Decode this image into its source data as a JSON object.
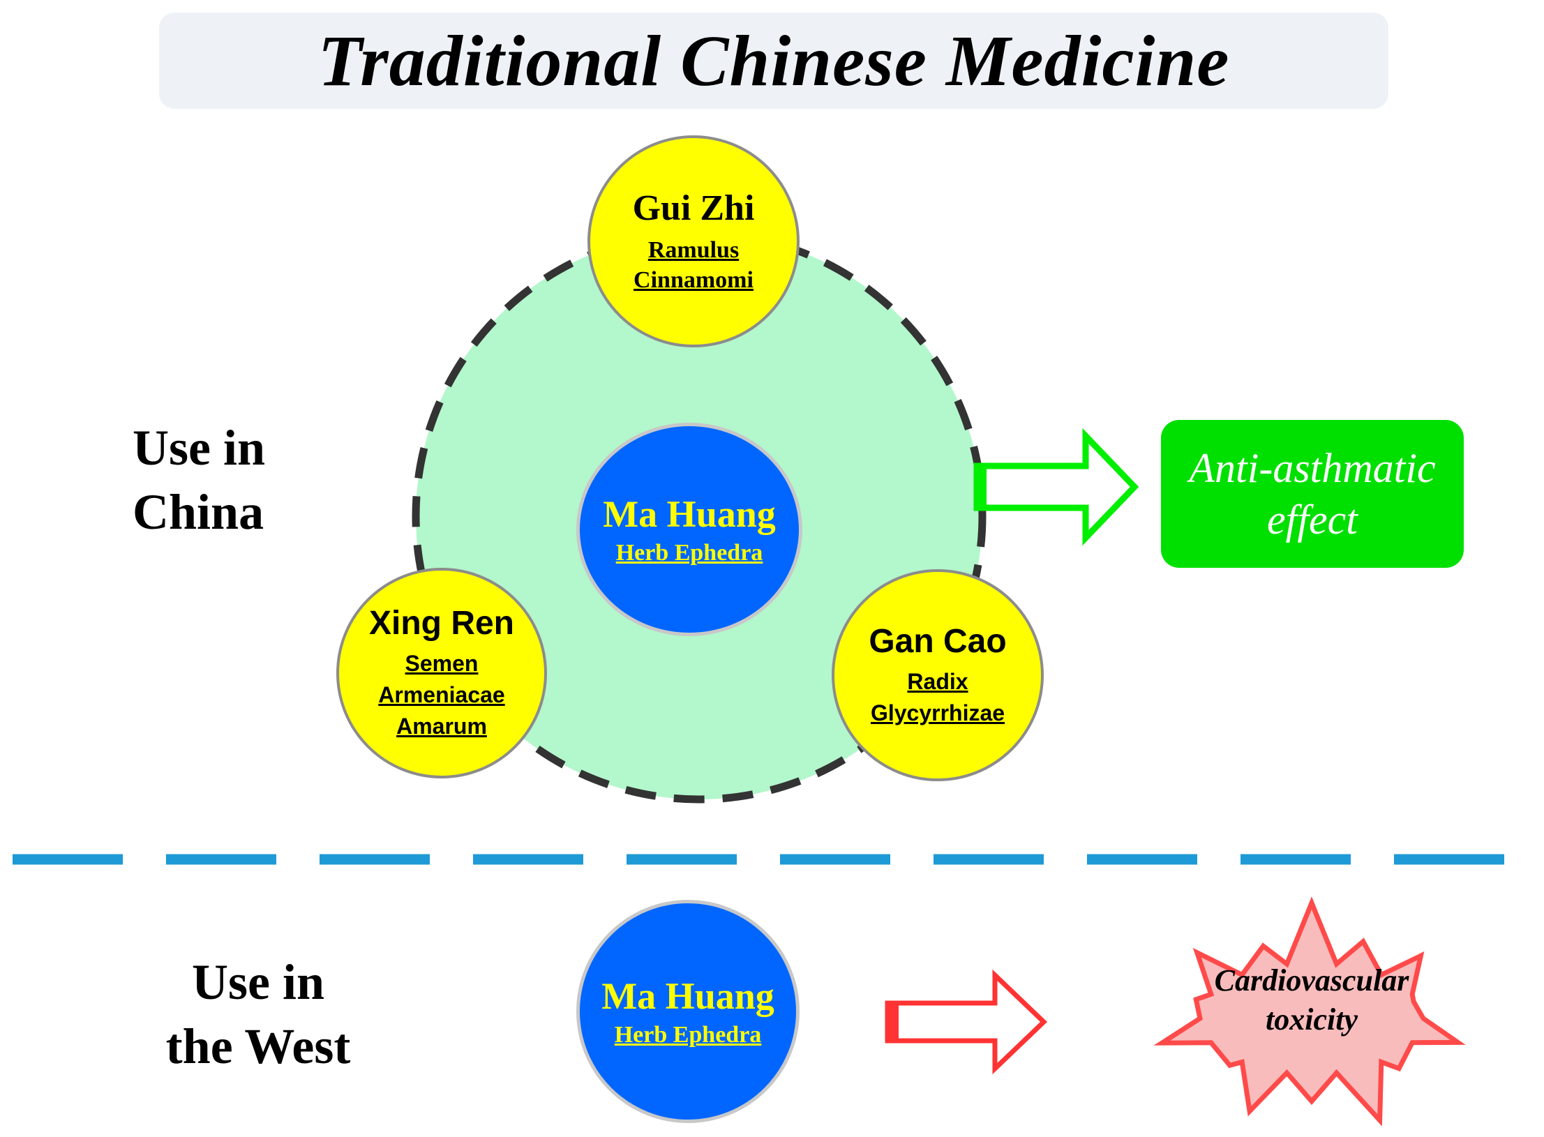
{
  "title": "Traditional Chinese Medicine",
  "sections": {
    "china": {
      "label_lines": [
        "Use in",
        "China"
      ],
      "center_herb": {
        "name": "Ma Huang",
        "latin": "Herb Ephedra"
      },
      "companion_herbs": [
        {
          "name": "Gui Zhi",
          "latin_lines": [
            "Ramulus",
            "Cinnamomi"
          ]
        },
        {
          "name": "Xing Ren",
          "latin_lines": [
            "Semen",
            "Armeniacae",
            "Amarum"
          ]
        },
        {
          "name": "Gan Cao",
          "latin_lines": [
            "Radix",
            "Glycyrrhizae"
          ]
        }
      ],
      "effect_lines": [
        "Anti-asthmatic",
        "effect"
      ]
    },
    "west": {
      "label_lines": [
        "Use in",
        "the West"
      ],
      "herb": {
        "name": "Ma Huang",
        "latin": "Herb Ephedra"
      },
      "effect_lines": [
        "Cardiovascular",
        "toxicity"
      ]
    }
  },
  "colors": {
    "herb_yellow": "#ffff00",
    "herb_blue": "#0066ff",
    "formula_green": "#b3f7cc",
    "effect_green": "#00e000",
    "arrow_green": "#00ee00",
    "arrow_red": "#ff3333",
    "burst_fill": "#f9bcbc",
    "divider_blue": "#1e9ad6"
  }
}
